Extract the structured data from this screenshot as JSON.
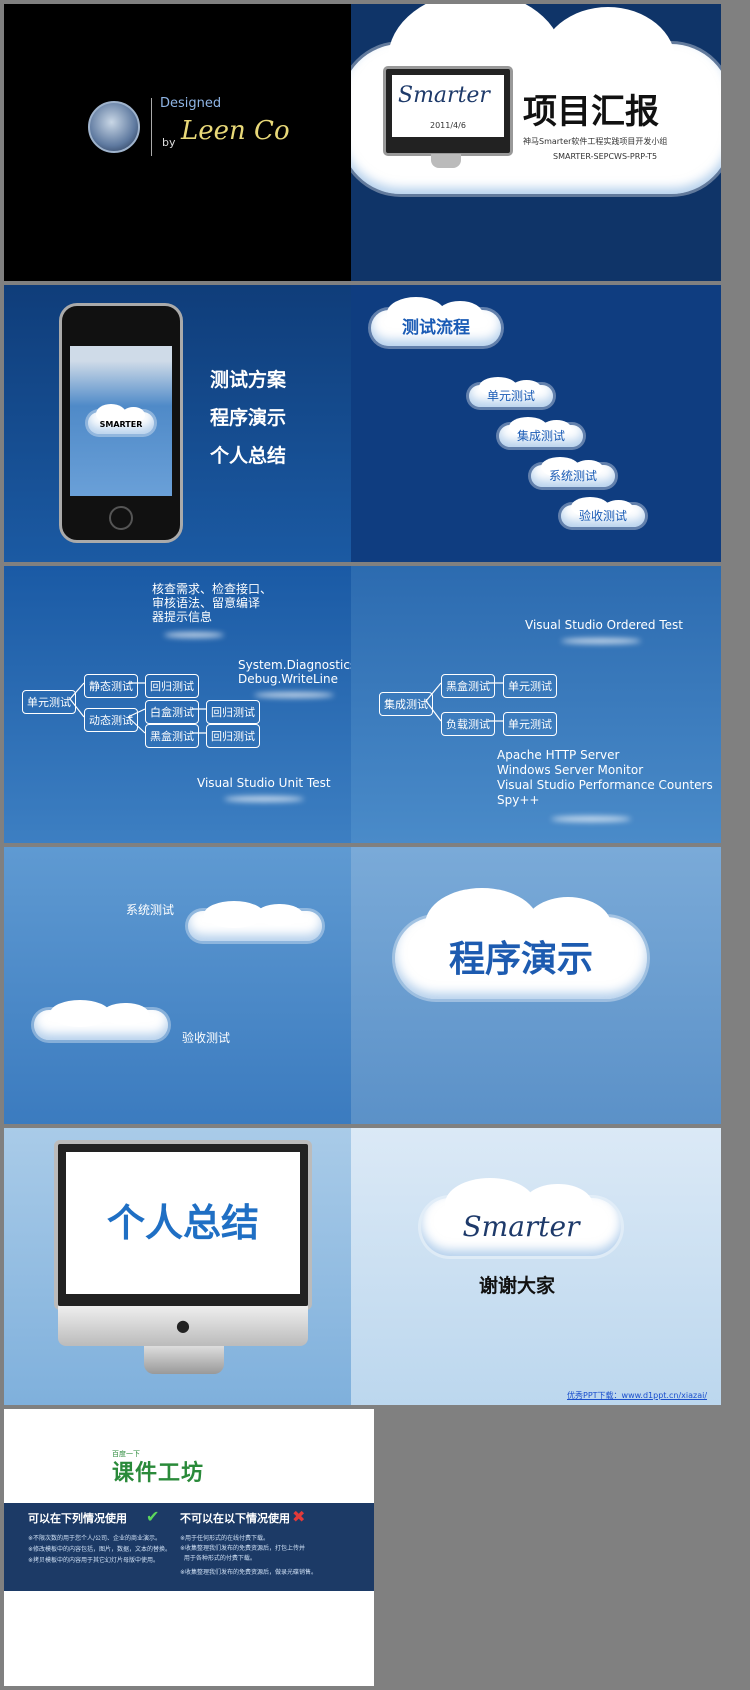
{
  "slide1": {
    "designed": "Designed",
    "by": "by",
    "signature": "Leen Co"
  },
  "slide2": {
    "logo": "Smarter",
    "date": "2011/4/6",
    "title": "项目汇报",
    "subtitle": "神马Smarter软件工程实践项目开发小组",
    "code": "SMARTER-SEPCWS-PRP-T5"
  },
  "slide3": {
    "phone_logo": "SMARTER",
    "items": [
      "测试方案",
      "程序演示",
      "个人总结"
    ]
  },
  "slide4": {
    "heading": "测试流程",
    "steps": [
      "单元测试",
      "集成测试",
      "系统测试",
      "验收测试"
    ]
  },
  "slide5": {
    "notes": "核查需求、检查接口、\n审核语法、留意编译\n器提示信息",
    "debug": "System.Diagnostics.\nDebug.WriteLine",
    "root": "单元测试",
    "static": "静态测试",
    "dynamic": "动态测试",
    "regress": "回归测试",
    "white": "白盒测试",
    "black": "黑盒测试",
    "tool": "Visual Studio Unit Test"
  },
  "slide6": {
    "ordered": "Visual Studio Ordered Test",
    "root": "集成测试",
    "black": "黑盒测试",
    "load": "负载测试",
    "unit": "单元测试",
    "tools": "Apache HTTP Server\nWindows Server Monitor\nVisual Studio Performance Counters\nSpy++"
  },
  "slide7": {
    "system": "系统测试",
    "accept": "验收测试"
  },
  "slide8": {
    "title": "程序演示"
  },
  "slide9": {
    "title": "个人总结"
  },
  "slide10": {
    "logo": "Smarter",
    "thanks": "谢谢大家",
    "footer": "优秀PPT下载：www.d1ppt.cn/xiazai/"
  },
  "slide11": {
    "brand_small": "百度一下",
    "brand": "课件工坊",
    "can_title": "可以在下列情况使用",
    "cannot_title": "不可以在以下情况使用",
    "can_items": [
      "※不限次数的用于您个人/公司、企业的商业演示。",
      "※修改模板中的内容包括，图片，数据，文本的替换。",
      "※拷贝模板中的内容用于其它幻灯片母版中使用。"
    ],
    "cannot_items": [
      "※用于任何形式的在线付费下载。",
      "※收集整理我们发布的免费资源后，打包上传并\n  用于各种形式的付费下载。",
      "※收集整理我们发布的免费资源后，做录光碟销售。"
    ]
  }
}
